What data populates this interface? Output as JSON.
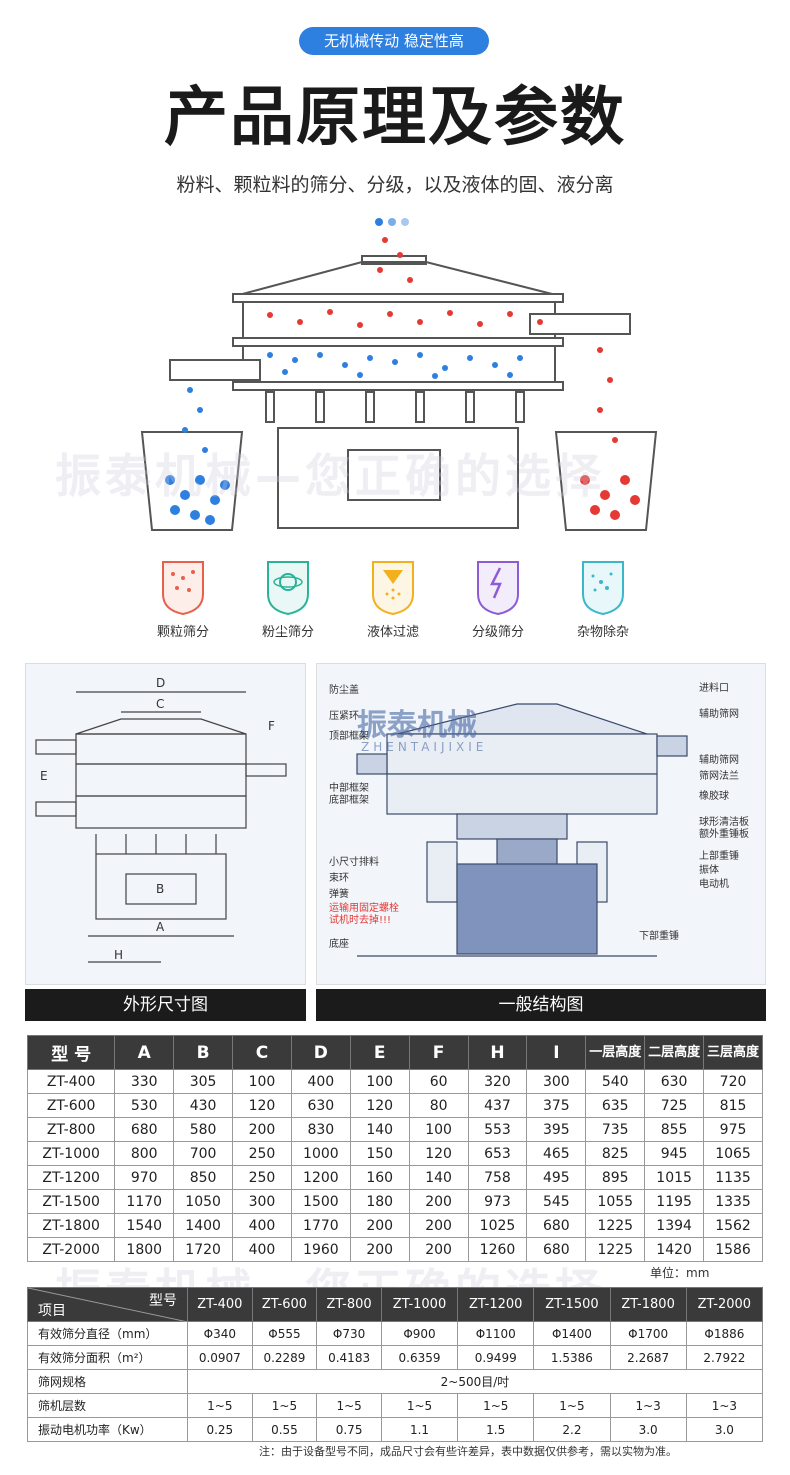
{
  "header": {
    "badge": "无机械传动 稳定性高",
    "title": "产品原理及参数",
    "subtitle": "粉料、颗粒料的筛分、分级，以及液体的固、液分离"
  },
  "watermark": "振泰机械—您正确的选择",
  "features": [
    {
      "label": "颗粒筛分",
      "icon": "granule-sieve-icon",
      "color": "#e8604c"
    },
    {
      "label": "粉尘筛分",
      "icon": "dust-sieve-icon",
      "color": "#2bb39a"
    },
    {
      "label": "液体过滤",
      "icon": "liquid-filter-icon",
      "color": "#f3b01d"
    },
    {
      "label": "分级筛分",
      "icon": "grading-sieve-icon",
      "color": "#8c5bd6"
    },
    {
      "label": "杂物除杂",
      "icon": "impurity-removal-icon",
      "color": "#3ab7c9"
    }
  ],
  "dimension_drawing": {
    "caption": "外形尺寸图",
    "labels": [
      "D",
      "C",
      "F",
      "E",
      "B",
      "A",
      "H"
    ]
  },
  "structure_drawing": {
    "caption": "一般结构图",
    "logo": "振泰机械",
    "logo_en": "ZHENTAIJIXIE",
    "left_labels": [
      "防尘盖",
      "压紧环",
      "顶部框架",
      "中部框架",
      "底部框架",
      "小尺寸排料",
      "束环",
      "弹簧",
      "运输用固定螺栓",
      "试机时去掉!!!",
      "底座"
    ],
    "right_labels": [
      "进料口",
      "辅助筛网",
      "辅助筛网",
      "筛网法兰",
      "橡胶球",
      "球形清洁板",
      "额外重锤板",
      "上部重锤",
      "振体",
      "电动机",
      "下部重锤"
    ]
  },
  "dimension_table": {
    "headers": [
      "型 号",
      "A",
      "B",
      "C",
      "D",
      "E",
      "F",
      "H",
      "I",
      "一层高度",
      "二层高度",
      "三层高度"
    ],
    "rows": [
      [
        "ZT-400",
        "330",
        "305",
        "100",
        "400",
        "100",
        "60",
        "320",
        "300",
        "540",
        "630",
        "720"
      ],
      [
        "ZT-600",
        "530",
        "430",
        "120",
        "630",
        "120",
        "80",
        "437",
        "375",
        "635",
        "725",
        "815"
      ],
      [
        "ZT-800",
        "680",
        "580",
        "200",
        "830",
        "140",
        "100",
        "553",
        "395",
        "735",
        "855",
        "975"
      ],
      [
        "ZT-1000",
        "800",
        "700",
        "250",
        "1000",
        "150",
        "120",
        "653",
        "465",
        "825",
        "945",
        "1065"
      ],
      [
        "ZT-1200",
        "970",
        "850",
        "250",
        "1200",
        "160",
        "140",
        "758",
        "495",
        "895",
        "1015",
        "1135"
      ],
      [
        "ZT-1500",
        "1170",
        "1050",
        "300",
        "1500",
        "180",
        "200",
        "973",
        "545",
        "1055",
        "1195",
        "1335"
      ],
      [
        "ZT-1800",
        "1540",
        "1400",
        "400",
        "1770",
        "200",
        "200",
        "1025",
        "680",
        "1225",
        "1394",
        "1562"
      ],
      [
        "ZT-2000",
        "1800",
        "1720",
        "400",
        "1960",
        "200",
        "200",
        "1260",
        "680",
        "1225",
        "1420",
        "1586"
      ]
    ],
    "unit": "单位：mm"
  },
  "spec_table": {
    "corner_top": "型号",
    "corner_bottom": "项目",
    "models": [
      "ZT-400",
      "ZT-600",
      "ZT-800",
      "ZT-1000",
      "ZT-1200",
      "ZT-1500",
      "ZT-1800",
      "ZT-2000"
    ],
    "rows": [
      {
        "label": "有效筛分直径（mm）",
        "values": [
          "Φ340",
          "Φ555",
          "Φ730",
          "Φ900",
          "Φ1100",
          "Φ1400",
          "Φ1700",
          "Φ1886"
        ]
      },
      {
        "label": "有效筛分面积（m²）",
        "values": [
          "0.0907",
          "0.2289",
          "0.4183",
          "0.6359",
          "0.9499",
          "1.5386",
          "2.2687",
          "2.7922"
        ]
      },
      {
        "label": "筛网规格",
        "merged": "2~500目/吋"
      },
      {
        "label": "筛机层数",
        "values": [
          "1~5",
          "1~5",
          "1~5",
          "1~5",
          "1~5",
          "1~5",
          "1~3",
          "1~3"
        ]
      },
      {
        "label": "振动电机功率（Kw）",
        "values": [
          "0.25",
          "0.55",
          "0.75",
          "1.1",
          "1.5",
          "2.2",
          "3.0",
          "3.0"
        ]
      }
    ],
    "note": "注：由于设备型号不同，成品尺寸会有些许差异，表中数据仅供参考，需以实物为准。"
  }
}
